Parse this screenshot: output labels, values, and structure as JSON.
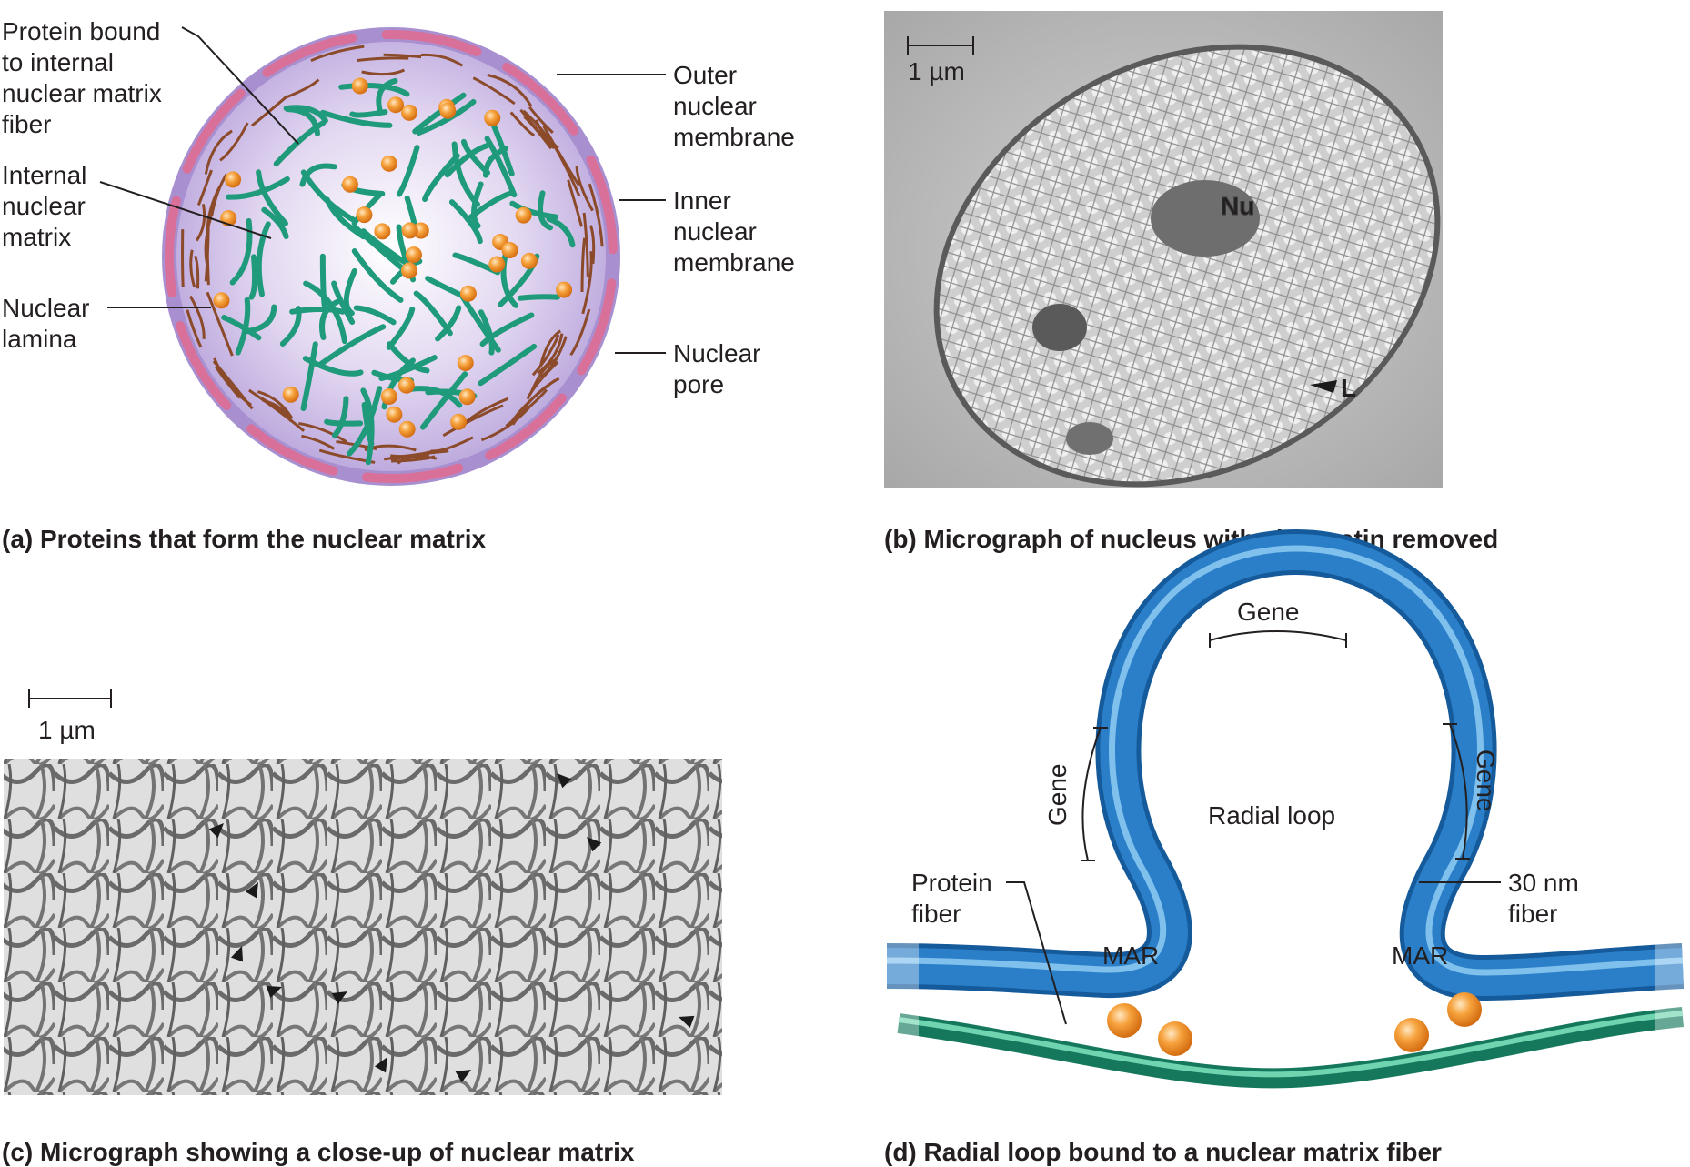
{
  "panel_a": {
    "labels": {
      "protein_bound": [
        "Protein bound",
        "to internal",
        "nuclear matrix",
        "fiber"
      ],
      "internal_matrix": [
        "Internal",
        "nuclear",
        "matrix"
      ],
      "lamina": [
        "Nuclear",
        "lamina"
      ],
      "outer_membrane": [
        "Outer",
        "nuclear",
        "membrane"
      ],
      "inner_membrane": [
        "Inner",
        "nuclear",
        "membrane"
      ],
      "pore": [
        "Nuclear",
        "pore"
      ]
    },
    "caption": "(a) Proteins that form the nuclear matrix"
  },
  "panel_b": {
    "scale": "1 µm",
    "nucleolus_label": "Nu",
    "lamina_label": "L",
    "caption": "(b) Micrograph of nucleus with chromatin removed"
  },
  "panel_c": {
    "scale": "1 µm",
    "caption": "(c) Micrograph showing a close-up of nuclear matrix"
  },
  "panel_d": {
    "gene_top": "Gene",
    "gene_left": "Gene",
    "gene_right": "Gene",
    "radial_loop": "Radial loop",
    "protein_fiber": [
      "Protein",
      "fiber"
    ],
    "nm_fiber": [
      "30 nm",
      "fiber"
    ],
    "mar_left": "MAR",
    "mar_right": "MAR",
    "caption": "(d) Radial loop bound to a nuclear matrix fiber"
  },
  "colors": {
    "envelope": "#a78fd0",
    "lamina_segment": "#d9709a",
    "lamina_fiber": "#8b4a2a",
    "matrix_fiber": "#1f9a7a",
    "protein_ball": "#f2932a",
    "loop_blue": "#2a7fc8",
    "fiber_green": "#2e9e7c"
  }
}
